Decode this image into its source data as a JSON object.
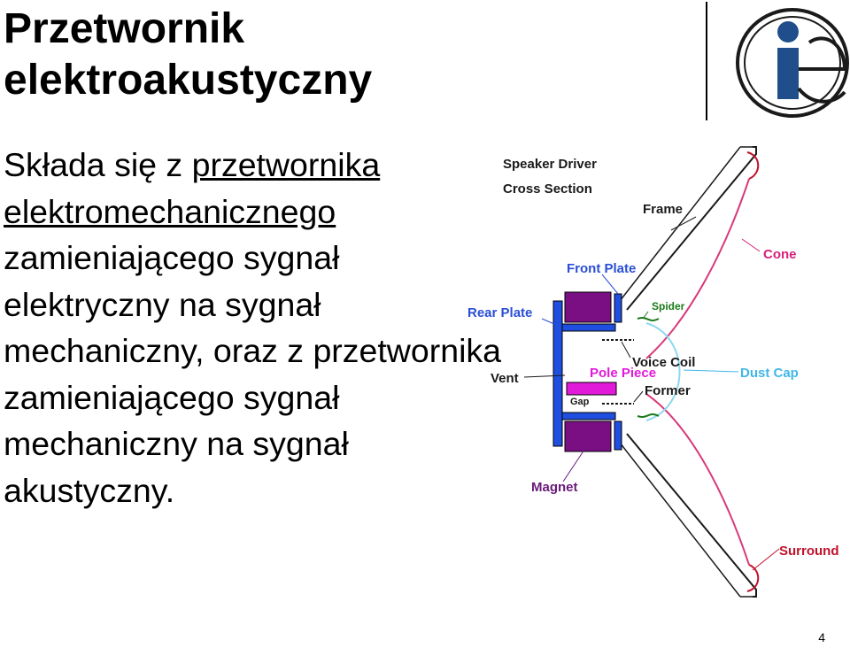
{
  "slide": {
    "title_line1": "Przetwornik",
    "title_line2": "elektroakustyczny",
    "body": {
      "part1": "Składa się z ",
      "part2_underlined": "przetwornika elektromechanicznego",
      "part3": " zamieniającego sygnał elektryczny na sygnał mechaniczny, oraz z przetwornika zamieniającego sygnał mechaniczny na sygnał akustyczny."
    },
    "page_number": "4"
  },
  "diagram": {
    "heading_line1": "Speaker Driver",
    "heading_line2": "Cross Section",
    "labels": {
      "frame": "Frame",
      "cone": "Cone",
      "front_plate": "Front Plate",
      "spider": "Spider",
      "rear_plate": "Rear Plate",
      "voice_coil": "Voice Coil",
      "dust_cap": "Dust Cap",
      "vent": "Vent",
      "pole_piece": "Pole Piece",
      "former": "Former",
      "gap": "Gap",
      "magnet": "Magnet",
      "surround": "Surround"
    },
    "colors": {
      "label_dark": "#1a1a1a",
      "label_blue": "#2a4fd6",
      "label_pink": "#d6207a",
      "label_cyan": "#3fb8e8",
      "label_red": "#c0102a",
      "label_purple": "#6a1a7a",
      "label_green": "#1a7a1a",
      "plate_blue": "#1f4fe0",
      "magnet_purple": "#7a0f84",
      "pole_magenta": "#e01ad8",
      "cone_pink": "#d83a7a",
      "dustcap_cyan": "#8fd8f0"
    }
  },
  "logo": {
    "letters": "ie",
    "colors": {
      "ring": "#1a1a1a",
      "fill": "#1f4e8a"
    }
  }
}
